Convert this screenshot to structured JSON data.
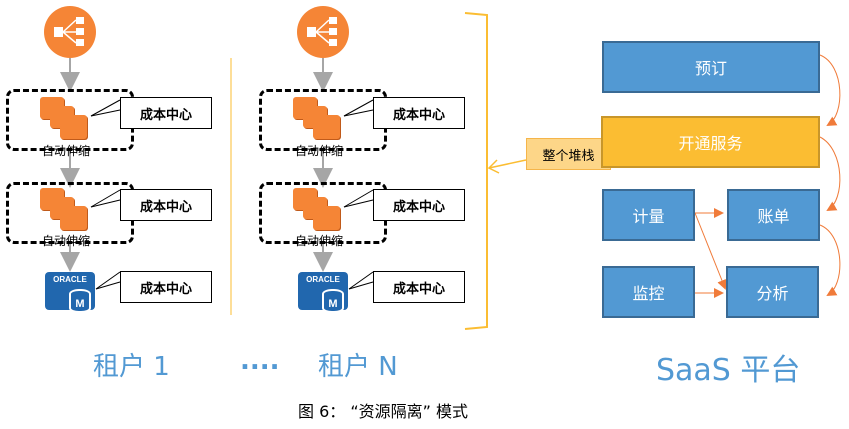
{
  "tenants": [
    {
      "label": "租户 1",
      "tiers": [
        {
          "type": "auto-scaling",
          "group_label": "自动伸缩",
          "callout": "成本中心"
        },
        {
          "type": "auto-scaling",
          "group_label": "自动伸缩",
          "callout": "成本中心"
        },
        {
          "type": "database",
          "db_title": "ORACLE",
          "db_badge": "M",
          "callout": "成本中心"
        }
      ]
    },
    {
      "label": "租户 N",
      "tiers": [
        {
          "type": "auto-scaling",
          "group_label": "自动伸缩",
          "callout": "成本中心"
        },
        {
          "type": "auto-scaling",
          "group_label": "自动伸缩",
          "callout": "成本中心"
        },
        {
          "type": "database",
          "db_title": "ORACLE",
          "db_badge": "M",
          "callout": "成本中心"
        }
      ]
    }
  ],
  "ellipsis": "....",
  "stack_label": "整个堆栈",
  "saas": {
    "label": "SaaS 平台",
    "boxes": {
      "booking": "预订",
      "provisioning": "开通服务",
      "metering": "计量",
      "billing": "账单",
      "monitoring": "监控",
      "analytics": "分析"
    }
  },
  "caption": "图 6： “资源隔离” 模式",
  "colors": {
    "orange": "#f58536",
    "blue": "#5299d3",
    "gold": "#fbbd32",
    "tenant_text": "#5299d3",
    "bracket": "#fbbd32",
    "arrow": "#f07b3a"
  }
}
